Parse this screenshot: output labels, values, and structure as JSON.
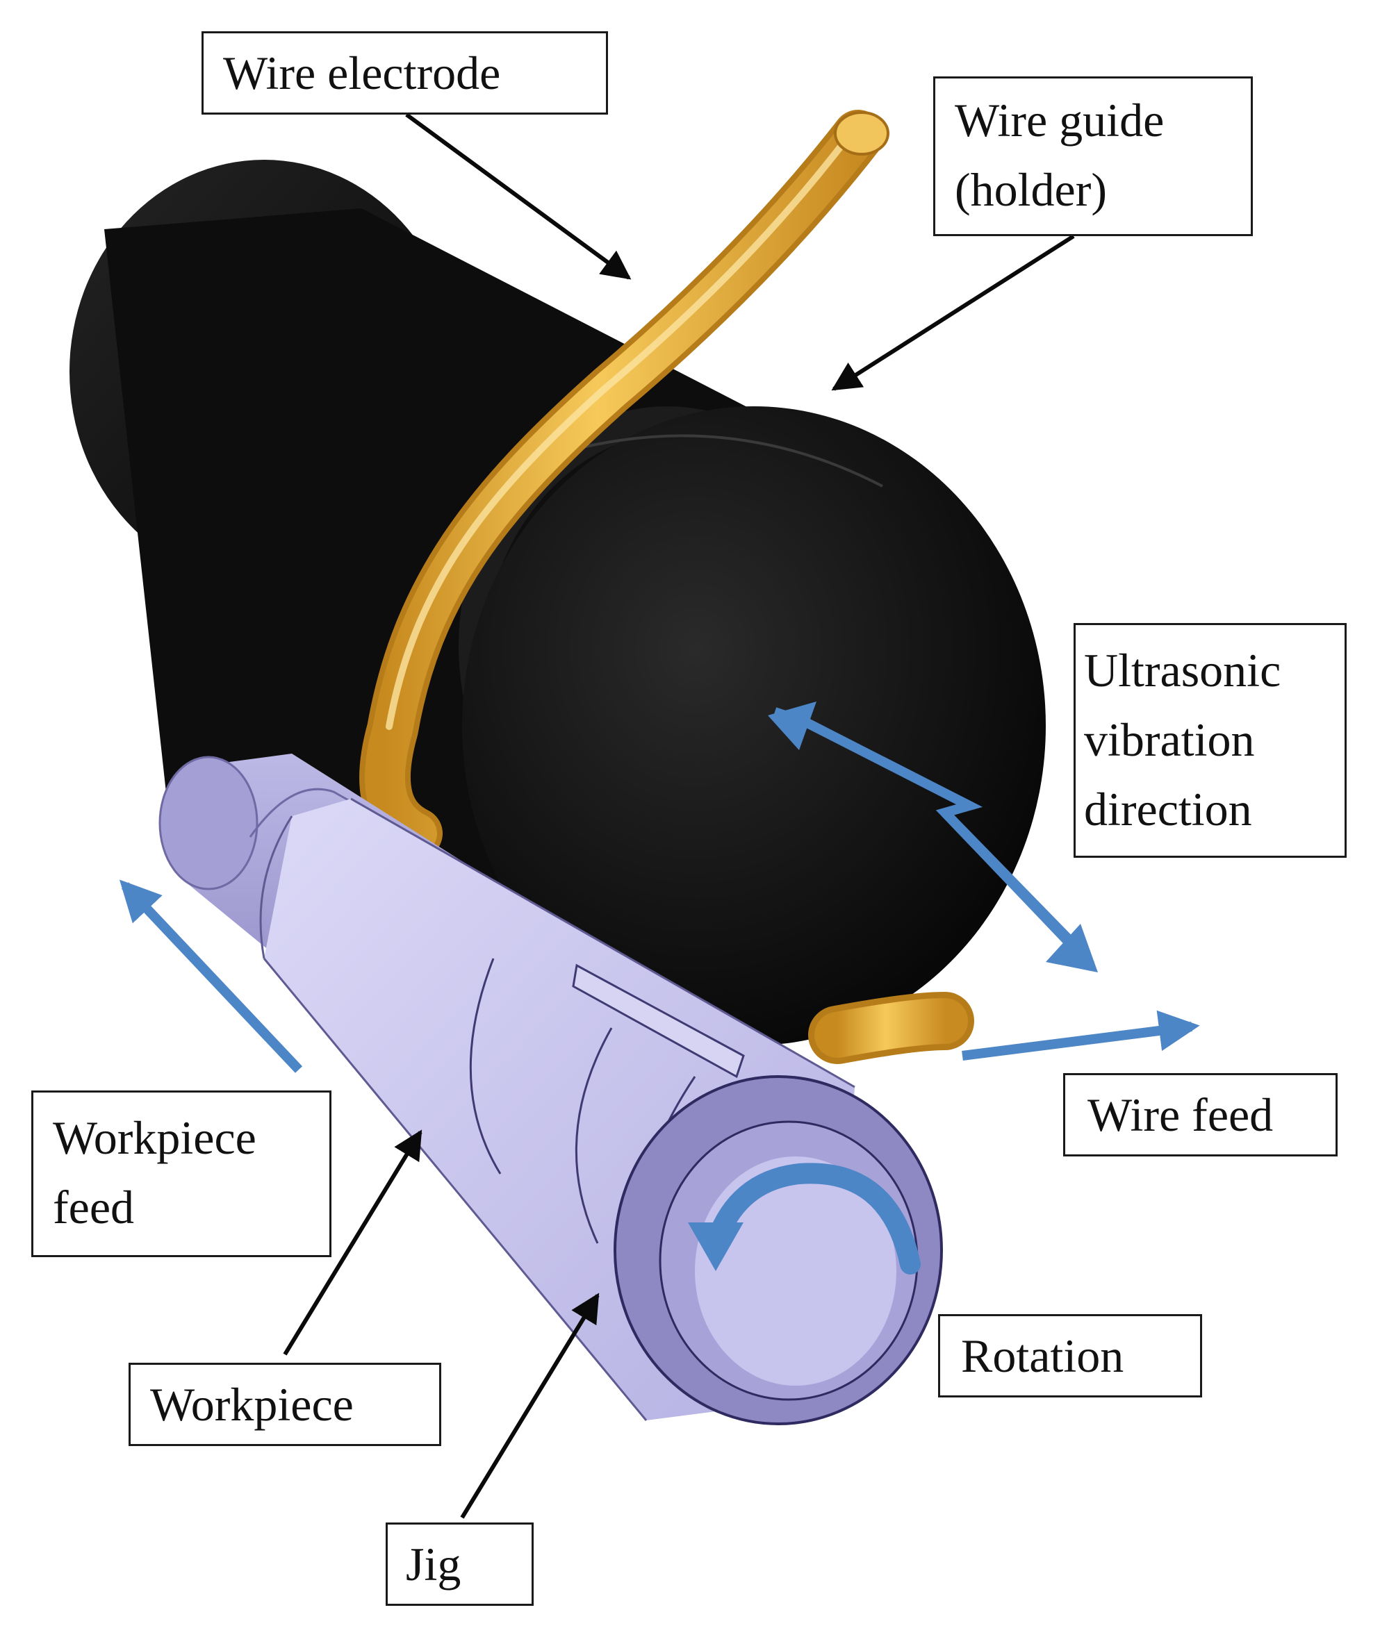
{
  "colors": {
    "background": "#ffffff",
    "guide_body": "#0b0b0b",
    "wire": "#e6a93a",
    "workpiece": "#a8a4d6",
    "jig": "#c9c6ee",
    "motion_arrow": "#4d86c7",
    "pointer_arrow": "#0a0a0a"
  },
  "labels": {
    "wire_electrode": "Wire electrode",
    "wire_guide": [
      "Wire guide",
      "(holder)"
    ],
    "ultrasonic": [
      "Ultrasonic",
      "vibration",
      "direction"
    ],
    "wire_feed": "Wire feed",
    "workpiece_feed": [
      "Workpiece",
      "feed"
    ],
    "rotation": "Rotation",
    "workpiece": "Workpiece",
    "jig": "Jig"
  },
  "icons": {
    "pointer": "pointer-arrow-icon",
    "motion": "motion-arrow-icon",
    "rotation": "rotation-arrow-icon",
    "vibration": "zigzag-vibration-arrow-icon"
  }
}
